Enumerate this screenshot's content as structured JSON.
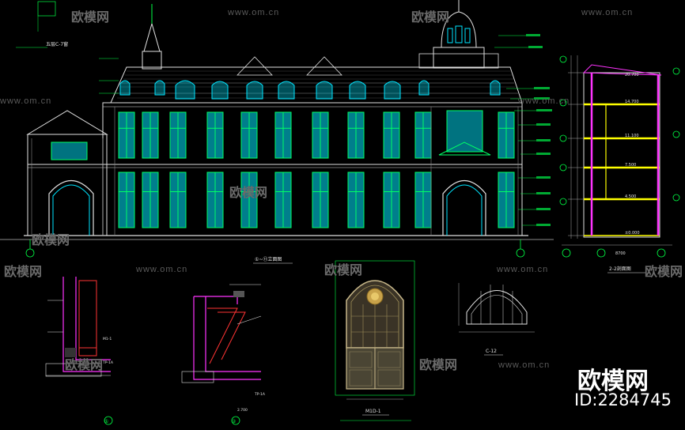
{
  "drawing": {
    "colors": {
      "background": "#000000",
      "facade_outline": "#e0e0e0",
      "window_glass": "#00e5ff",
      "window_frame": "#00ff66",
      "leader_lines": "#00ff44",
      "axis_markers": "#00ff44",
      "section_yellow": "#ffff00",
      "section_magenta": "#ff33ff",
      "detail_red": "#ff3333",
      "dimension_lines": "#aaaaaa"
    },
    "labels": {
      "facade_title": "①~⑪立面图",
      "section_title": "2-2剖面图",
      "door_title": "M1D-1",
      "arch_title": "C-12",
      "detail_1": "①",
      "detail_2": "②",
      "top_left_tag": "五层C-7窗"
    },
    "section_dims": {
      "top": "20.700",
      "d1": "14.700",
      "d2": "11.100",
      "d3": "7.500",
      "d4": "4.500",
      "d5": "±0.000",
      "base_width": "8700"
    },
    "detail_dims": {
      "a": "TP-1A",
      "b": "TP-1A",
      "c": "M1-1",
      "d": "2.700"
    }
  },
  "watermarks": {
    "site": "www.om.cn",
    "brand_cn": "欧模网",
    "brand_large": "欧模网",
    "brand_id": "ID:2284745"
  }
}
